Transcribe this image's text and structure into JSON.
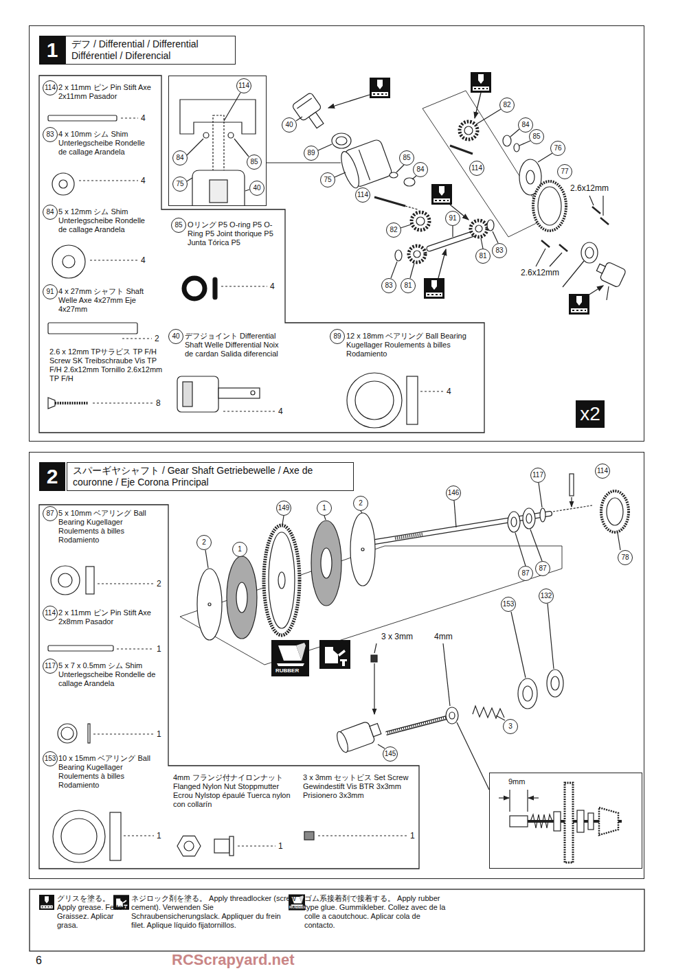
{
  "diagram": {
    "nodes": [
      {
        "text": [
          "1",
          "デフ / Differential / Differential Différentiel / Diferencial"
        ]
      },
      {
        "text": [
          "114",
          "2 x 11mm ピン Pin Stift Axe 2x11mm Pasador",
          "4",
          "83",
          "4 x 10mm シム Shim Unterlegscheibe Rondelle de callage Arandela",
          "4",
          "84",
          "5 x 12mm シム Shim Unterlegscheibe Rondelle de callage Arandela",
          "4",
          "91",
          "4 x 27mm シャフト Shaft Welle Axe 4x27mm Eje 4x27mm",
          "2",
          "2.6 x 12mm TPサラビス TP F/H Screw SK Treibschraube Vis TP F/H 2.6x12mm Tornillo 2.6x12mm TP F/H",
          "8",
          "85",
          "Oリング P5 O-ring P5 O-Ring P5 Joint thorique P5 Junta Tórica P5",
          "4",
          "40",
          "デフジョイント Differential Shaft Welle Differential Noix de cardan Salida diferencial",
          "4",
          "89",
          "12 x 18mm ベアリング Ball Bearing Kugellager Roulements à billes Rodamiento",
          "4"
        ],
        "in": 0
      },
      {
        "text": [
          "114",
          "84",
          "85",
          "75",
          "40"
        ],
        "in": 0
      },
      {
        "text": [
          "2",
          "スパーギヤシャフト / Gear Shaft Getriebewelle / Axe de couronne / Eje Corona Principal"
        ]
      },
      {
        "text": [
          "87",
          "5 x 10mm ベアリング Ball Bearing Kugellager Roulements à billes Rodamiento",
          "2",
          "114",
          "2 x 11mm ピン Pin Stift Axe 2x8mm Pasador",
          "1",
          "117",
          "5 x 7 x 0.5mm シム Shim Unterlegscheibe Rondelle de callage Arandela",
          "1",
          "153",
          "10 x 15mm ベアリング Ball Bearing Kugellager Roulements à billes Rodamiento",
          "1",
          "4mm フランジ付ナイロンナット Flanged Nylon Nut Stoppmutter Ecrou Nylstop épaulé Tuerca nylon con collarín",
          "1",
          "3 x 3mm セットビス Set Screw Gewindestift Vis BTR 3x3mm Prisionero 3x3mm",
          "1"
        ],
        "in": 3
      },
      {
        "text": [
          "9mm"
        ],
        "in": 3
      }
    ],
    "labels": [
      "40",
      "89",
      "75",
      "85",
      "84",
      "114",
      "82",
      "91",
      "81",
      "83",
      "83",
      "81",
      "82",
      "84",
      "85",
      "76",
      "77",
      "114",
      "2.6x12mm",
      "2.6x12mm",
      "x2",
      "149",
      "1",
      "2",
      "2",
      "1",
      "146",
      "117",
      "114",
      "78",
      "87",
      "87",
      "153",
      "132",
      "3",
      "145",
      "3 x 3mm",
      "4mm",
      "RUBBER",
      "RUBBER",
      "6",
      "RCScrapyard.net"
    ],
    "legend": [
      {
        "text": "グリスを塗る。 Apply grease. Fetten. Graissez. Aplicar grasa."
      },
      {
        "text": "ネジロック剤を塗る。 Apply threadlocker (screw cement). Verwenden Sie Schraubensicherungslack. Appliquer du frein filet. Aplique líquido fijatornillos."
      },
      {
        "text": "ゴム系接着剤で接着する。 Apply rubber type glue. Gummikleber. Collez avec de la colle a caoutchouc. Aplicar cola de contacto."
      }
    ]
  }
}
